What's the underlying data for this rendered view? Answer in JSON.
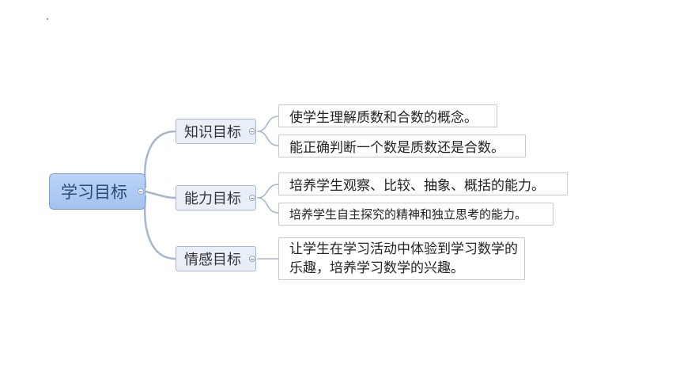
{
  "mindmap": {
    "root": "学习目标",
    "branches": [
      {
        "label": "知识目标",
        "leaves": [
          "使学生理解质数和合数的概念。",
          "能正确判断一个数是质数还是合数。"
        ]
      },
      {
        "label": "能力目标",
        "leaves": [
          "培养学生观察、比较、抽象、概括的能力。",
          "培养学生自主探究的精神和独立思考的能力。"
        ]
      },
      {
        "label": "情感目标",
        "leaves": [
          "让学生在学习活动中体验到学习数学的乐趣，培养学习数学的兴趣。"
        ]
      }
    ]
  },
  "colors": {
    "connector": "#a8b6cc",
    "root_fill": "#b2cbf3",
    "branch_fill": "#e9eef7"
  }
}
